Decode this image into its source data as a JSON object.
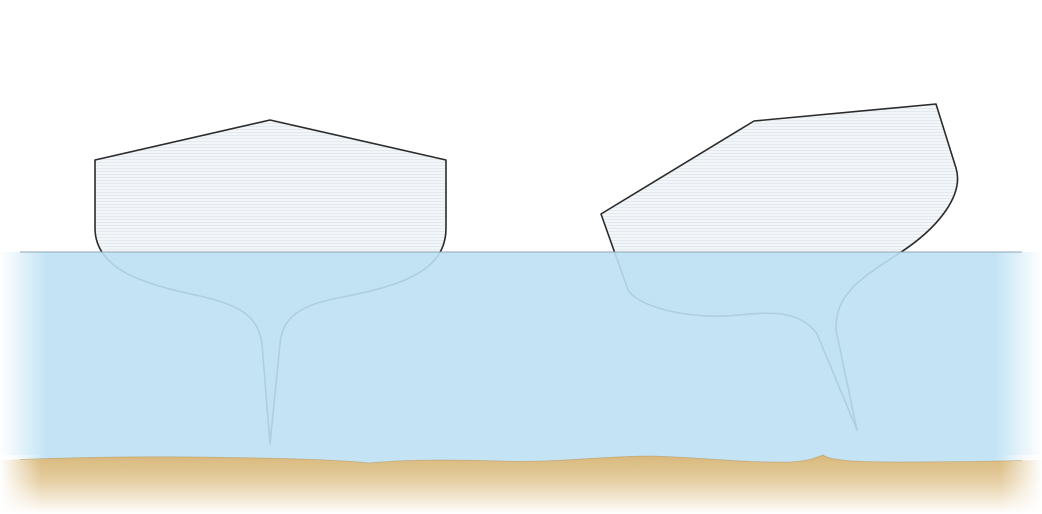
{
  "diagram": {
    "subject": "hull-cross-sections",
    "hulls": [
      {
        "id": "upright-hull",
        "orientation": "upright"
      },
      {
        "id": "heeled-hull",
        "orientation": "heeled"
      }
    ],
    "colors": {
      "sky": "#ffffff",
      "hull_fill": "#f1f5f8",
      "hull_stroke": "#2b2b2b",
      "water": "#bde1f4",
      "water_edge": "#ffffff",
      "sand_top": "#d8b77a",
      "sand_bottom": "#ffffff"
    }
  }
}
